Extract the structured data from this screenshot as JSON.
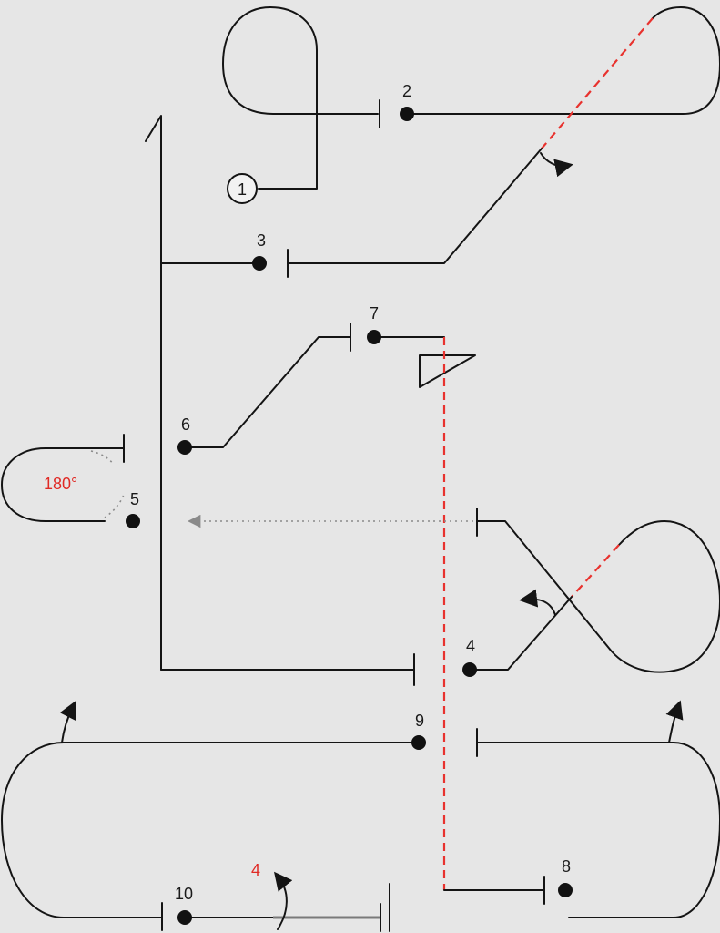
{
  "nodes": {
    "n1": "1",
    "n2": "2",
    "n3": "3",
    "n4": "4",
    "n5": "5",
    "n6": "6",
    "n7": "7",
    "n8": "8",
    "n9": "9",
    "n10": "10"
  },
  "annotations": {
    "angle": "180°",
    "rotation_count": "4"
  },
  "colors": {
    "background": "#e6e6e6",
    "line": "#141414",
    "red_dashed": "#e8322e",
    "dotted_grey": "#8a8a8a",
    "annotation_red": "#e02a25"
  }
}
